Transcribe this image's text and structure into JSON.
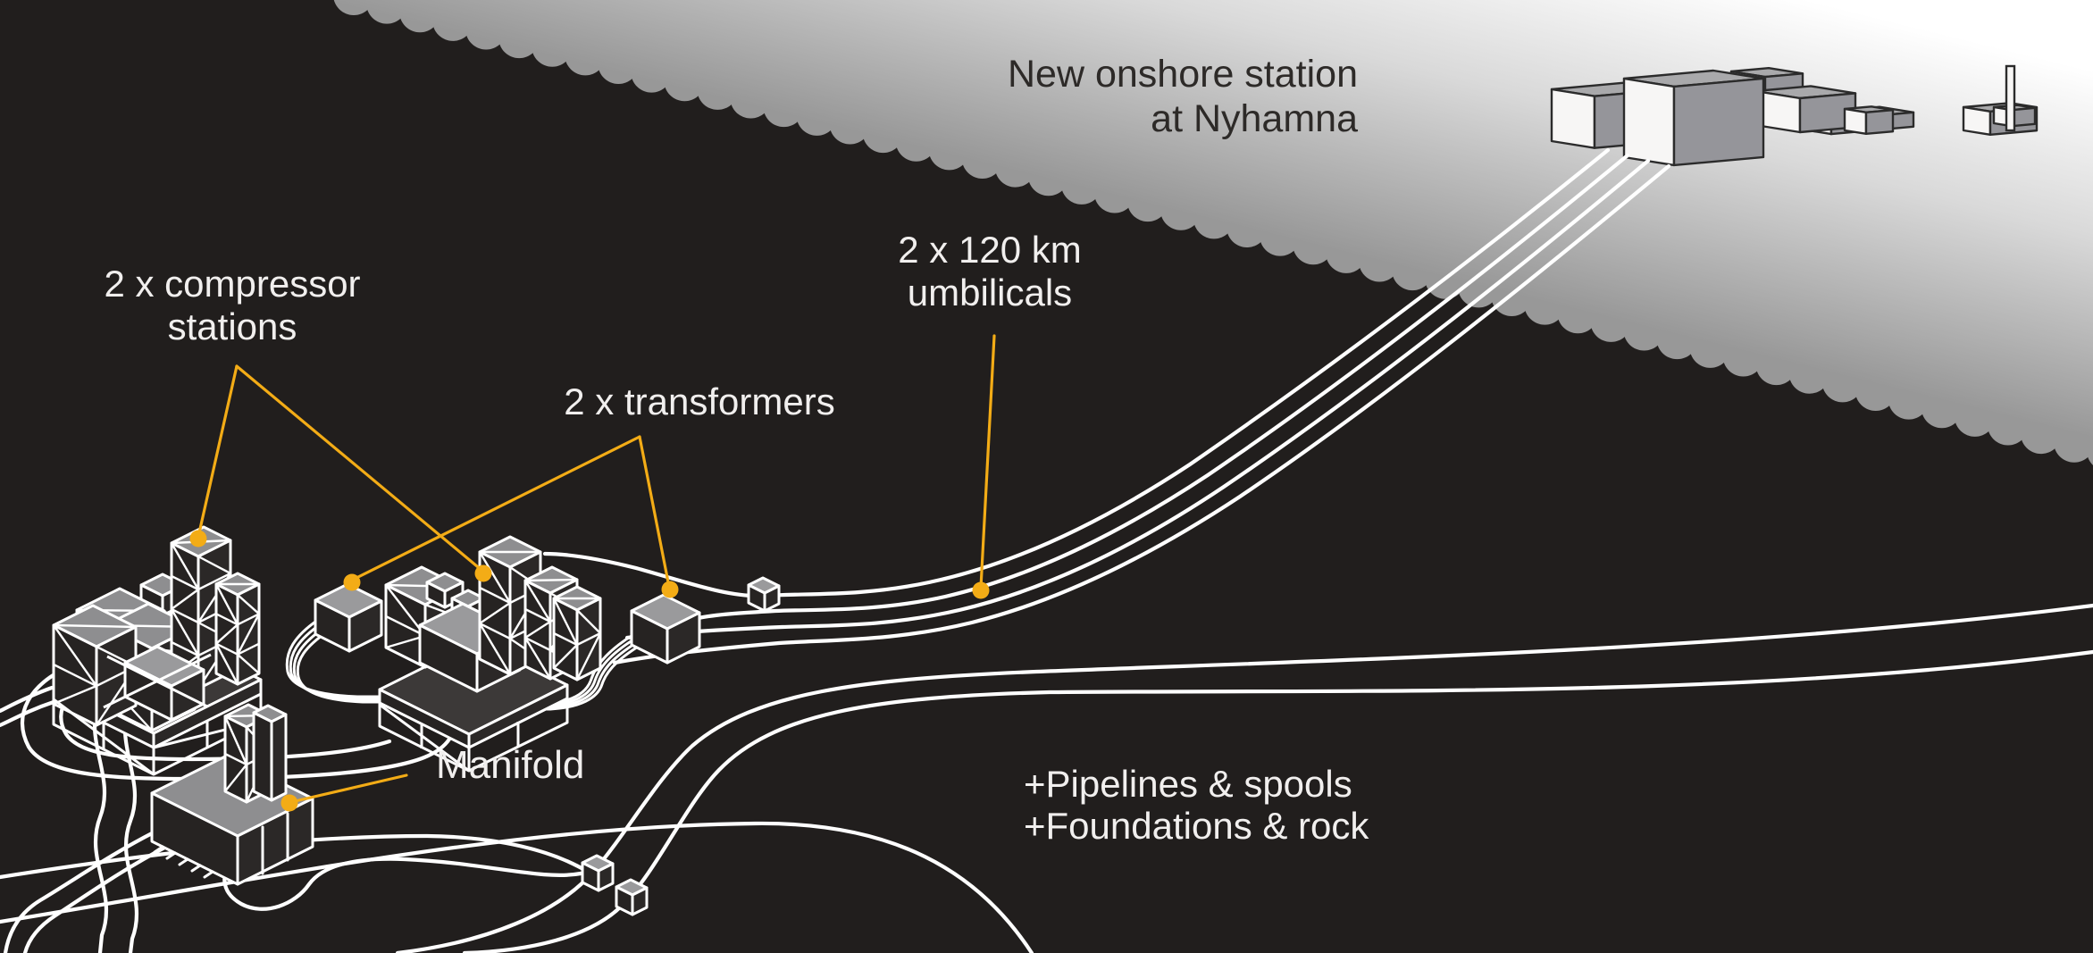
{
  "scene": {
    "background_color": "#211e1d",
    "accent_color": "#f3ac16",
    "pipeline_color": "#ffffff",
    "text_light_color": "#f1efee",
    "text_dark_color": "#2d2a28",
    "shore_gradient": [
      "#989898",
      "#ffffff"
    ]
  },
  "labels": {
    "onshore_station": {
      "line1": "New onshore station",
      "line2": "at Nyhamna"
    },
    "umbilicals": {
      "line1": "2 x 120 km",
      "line2": "umbilicals"
    },
    "compressor_stations": {
      "line1": "2 x compressor",
      "line2": "stations"
    },
    "transformers": {
      "text": "2 x transformers"
    },
    "manifold": {
      "text": "Manifold"
    },
    "scope_notes": {
      "line1": "+Pipelines & spools",
      "line2": "+Foundations & rock"
    }
  }
}
